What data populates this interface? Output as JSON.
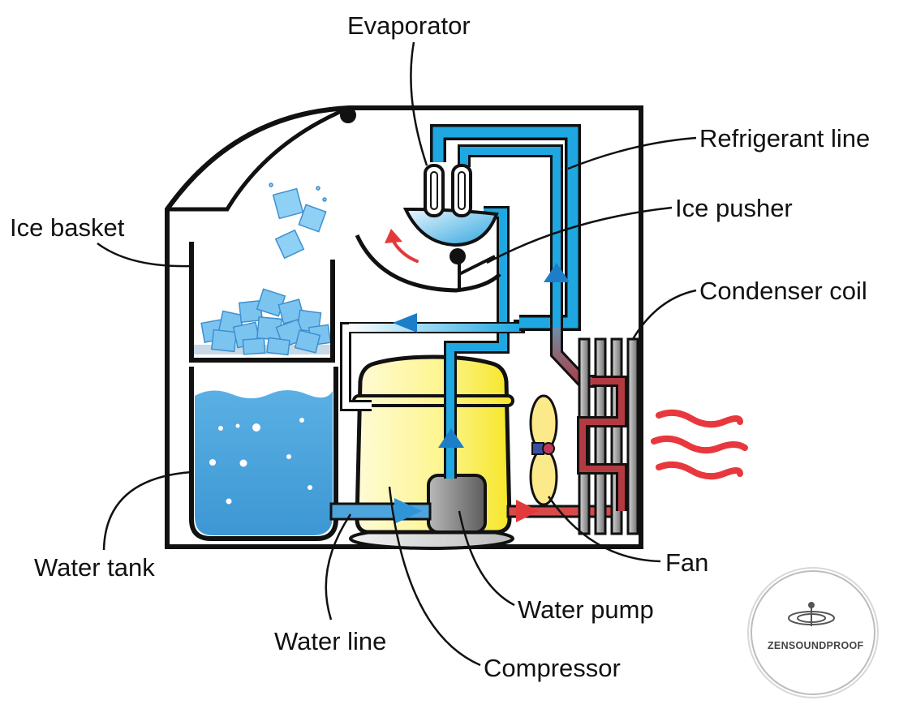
{
  "labels": {
    "evaporator": "Evaporator",
    "refrigerant_line": "Refrigerant line",
    "ice_pusher": "Ice pusher",
    "ice_basket": "Ice basket",
    "condenser_coil": "Condenser coil",
    "water_tank": "Water tank",
    "fan": "Fan",
    "water_pump": "Water pump",
    "water_line": "Water line",
    "compressor": "Compressor"
  },
  "watermark": {
    "text": "ZENSOUNDPROOF"
  },
  "colors": {
    "outline": "#111111",
    "refrigerant_blue": "#1ea7e1",
    "water_blue": "#5aaee0",
    "hot_red": "#e23a3a",
    "compressor_yellow": "#fbf27a",
    "fan_yellow": "#fbe98a",
    "pump_gray": "#8e8e8e"
  }
}
